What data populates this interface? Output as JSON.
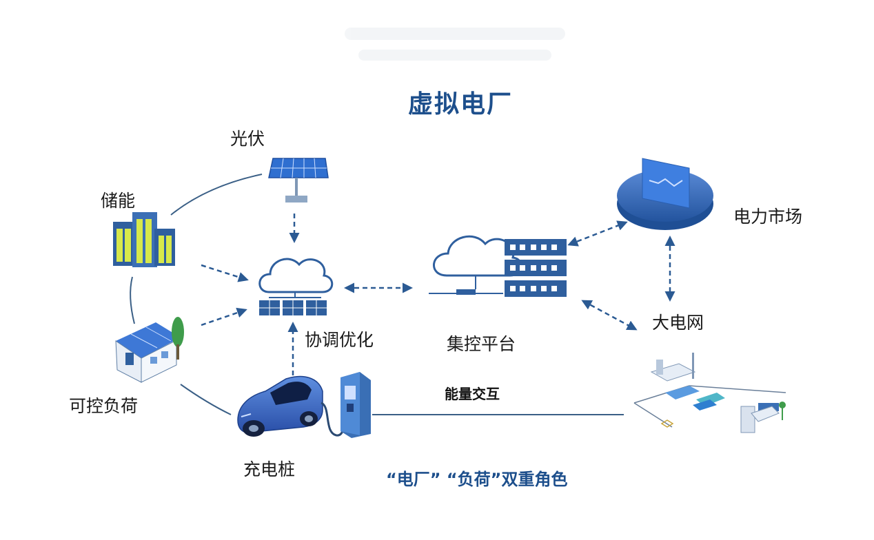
{
  "title": "虚拟电厂",
  "nodes": {
    "solar": "光伏",
    "storage": "储能",
    "controllable_load": "可控负荷",
    "charging_pile": "充电桩",
    "coordination": "协调优化",
    "control_platform": "集控平台",
    "power_market": "电力市场",
    "grid": "大电网"
  },
  "energy_exchange": "能量交互",
  "dual_role": "“电厂” “负荷”双重角色",
  "colors": {
    "primary": "#2f5f9e",
    "title": "#1d4f8c",
    "arrow": "#2b5a93",
    "line": "#3a5f86",
    "battery_fill": "#d7e84a"
  }
}
